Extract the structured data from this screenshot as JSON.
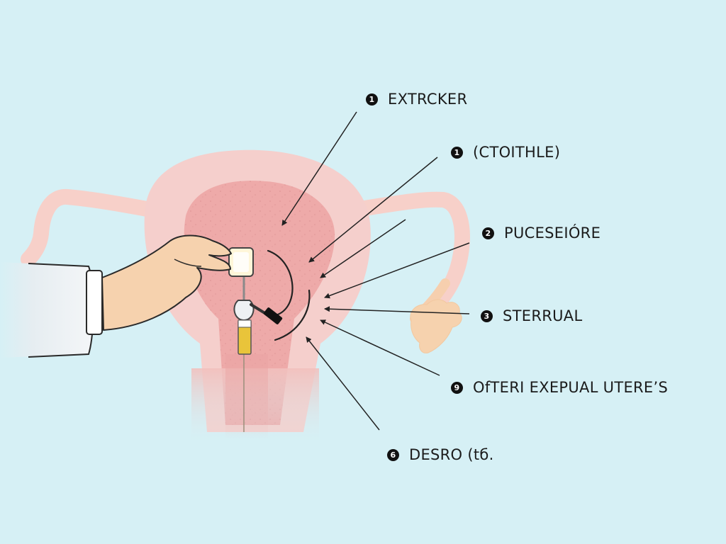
{
  "colors": {
    "background": "#d6f0f5",
    "uterus_outer": "#f5cfcc",
    "uterus_inner": "#eeaaa9",
    "skin": "#f6d2ae",
    "sleeve": "#e8eef2",
    "syringe_fluid": "#e9c43a",
    "leader_line": "#222222"
  },
  "callouts": [
    {
      "number": "1",
      "text": "EXTRCKER"
    },
    {
      "number": "1",
      "text": "(CTOITHLE)"
    },
    {
      "number": "2",
      "text": "PUCESEIÓRE"
    },
    {
      "number": "3",
      "text": "STERRUAL"
    },
    {
      "number": "9",
      "text": "OfTERI EXEPUAL UTERE’S"
    },
    {
      "number": "6",
      "text": "DESRO (tб."
    }
  ]
}
